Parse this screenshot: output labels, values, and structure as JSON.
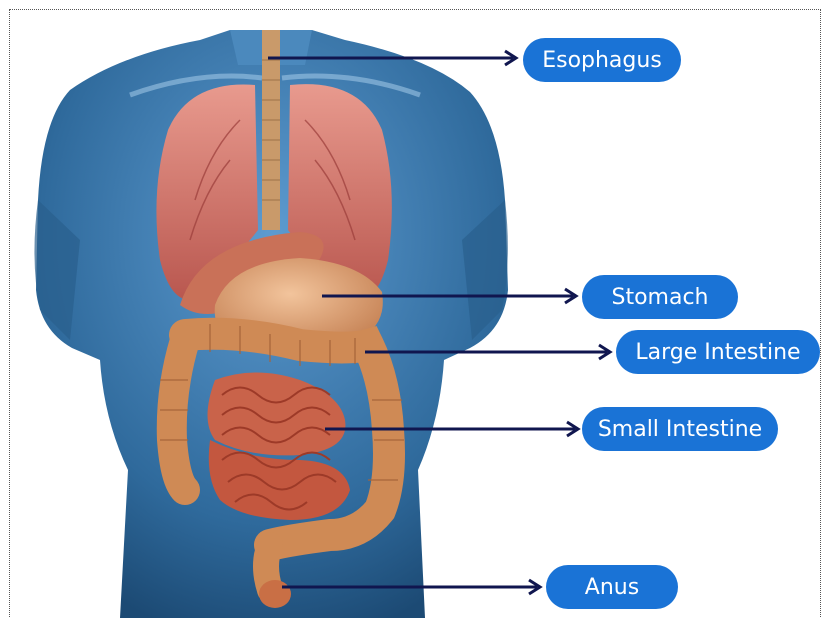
{
  "diagram": {
    "labels": {
      "esophagus": "Esophagus",
      "stomach": "Stomach",
      "large_intestine": "Large Intestine",
      "small_intestine": "Small Intestine",
      "anus": "Anus"
    },
    "colors": {
      "body": "#3f7fb4",
      "organ": "#d98a64",
      "lung": "#d8776e",
      "pill": "#1a73d6",
      "arrow": "#10164f"
    }
  }
}
